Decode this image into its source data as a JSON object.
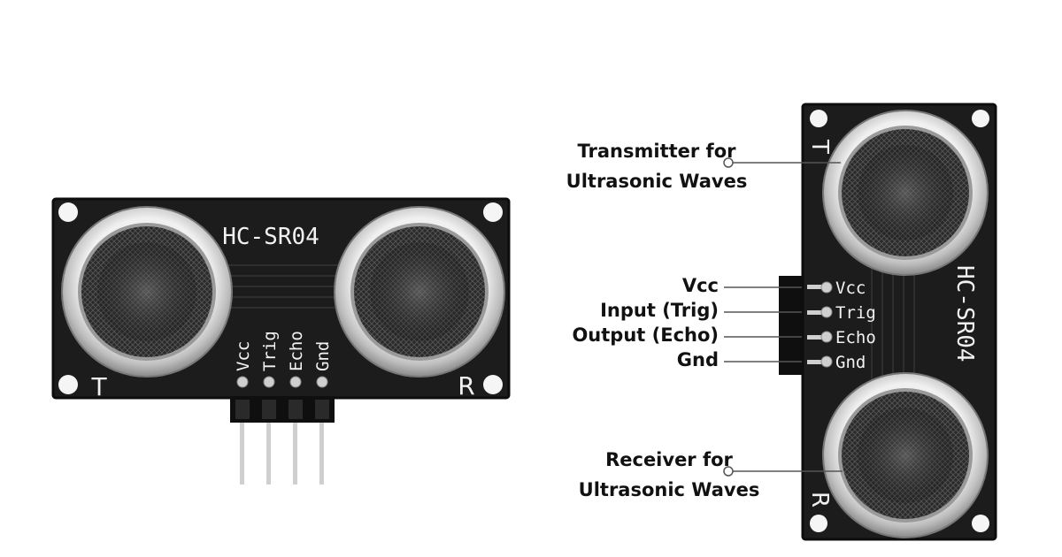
{
  "module": {
    "model": "HC-SR04",
    "transmitter_mark": "T",
    "receiver_mark": "R",
    "pins": [
      "Vcc",
      "Trig",
      "Echo",
      "Gnd"
    ]
  },
  "callouts": {
    "transmitter": [
      "Transmitter for",
      "Ultrasonic Waves"
    ],
    "receiver": [
      "Receiver for",
      "Ultrasonic Waves"
    ],
    "pins": [
      "Vcc",
      "Input (Trig)",
      "Output (Echo)",
      "Gnd"
    ]
  },
  "colors": {
    "board": "#1c1c1c",
    "board_edge": "#0d0d0d",
    "ring": "#d9d9d9",
    "mesh": "#3a3a3a",
    "silk": "#f2f2f2",
    "pin": "#bdbdbd",
    "header": "#0f0f0f",
    "text": "#111111",
    "leader": "#555555"
  }
}
